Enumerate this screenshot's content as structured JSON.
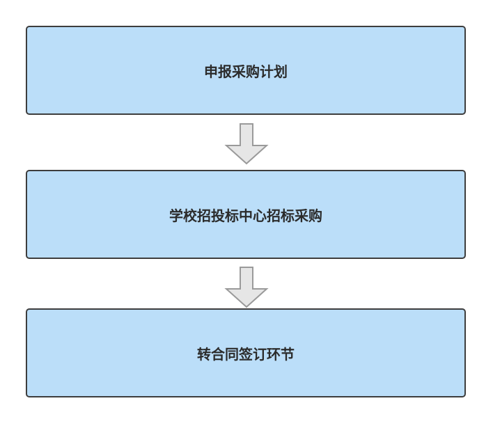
{
  "flowchart": {
    "steps": [
      {
        "label": "申报采购计划"
      },
      {
        "label": "学校招投标中心招标采购"
      },
      {
        "label": "转合同签订环节"
      }
    ],
    "colors": {
      "box_fill": "#bbdef9",
      "box_border": "#3d3d3d",
      "arrow_fill": "#e6e6e6",
      "arrow_stroke": "#9a9a9a",
      "text": "#2b2b2b"
    }
  }
}
